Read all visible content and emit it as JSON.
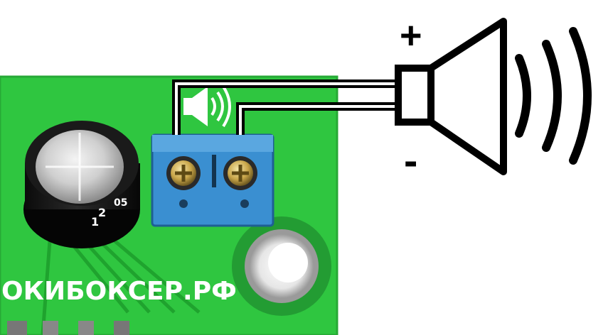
{
  "pcb": {
    "silkscreen_text": "ОКИБОКСЕР.РФ",
    "capacitor_marks": [
      "2",
      "1",
      "05"
    ],
    "board_color": "#2fc640",
    "terminal_color": "#3a8fd1"
  },
  "speaker": {
    "plus_label": "+",
    "minus_label": "-"
  },
  "icons": [
    "speaker-sound-icon",
    "speaker-symbol-icon",
    "sound-waves-icon",
    "screw-icon",
    "mounting-hole-icon"
  ]
}
